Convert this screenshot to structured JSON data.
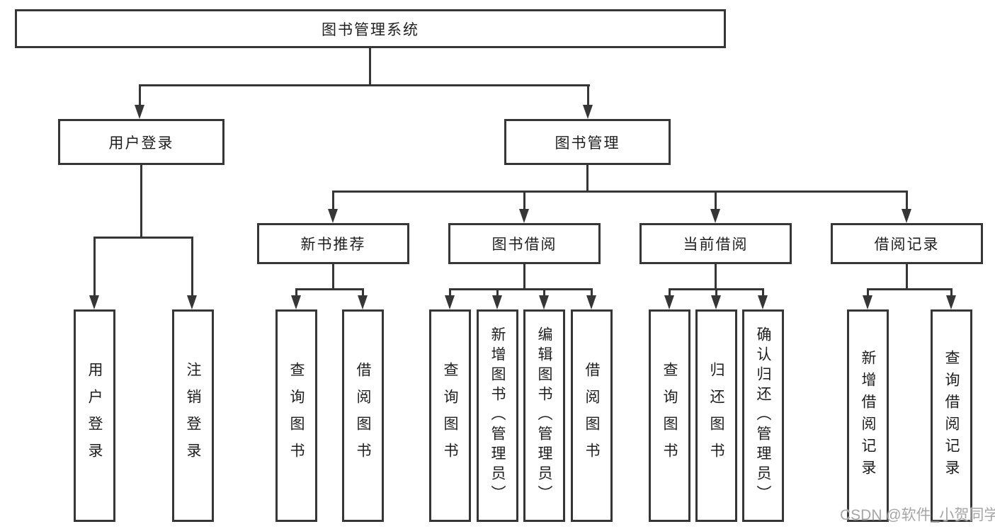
{
  "diagram_title": "图书管理系统",
  "tree": {
    "label": "图书管理系统",
    "children": [
      {
        "label": "用户登录",
        "children": [
          {
            "label": "用户登录"
          },
          {
            "label": "注销登录"
          }
        ]
      },
      {
        "label": "图书管理",
        "children": [
          {
            "label": "新书推荐",
            "children": [
              {
                "label": "查询图书"
              },
              {
                "label": "借阅图书"
              }
            ]
          },
          {
            "label": "图书借阅",
            "children": [
              {
                "label": "查询图书"
              },
              {
                "label": "新增图书（管理员）"
              },
              {
                "label": "编辑图书（管理员）"
              },
              {
                "label": "借阅图书"
              }
            ]
          },
          {
            "label": "当前借阅",
            "children": [
              {
                "label": "查询图书"
              },
              {
                "label": "归还图书"
              },
              {
                "label": "确认归还（管理员）"
              }
            ]
          },
          {
            "label": "借阅记录",
            "children": [
              {
                "label": "新增借阅记录"
              },
              {
                "label": "查询借阅记录"
              }
            ]
          }
        ]
      }
    ]
  },
  "watermark": {
    "text": "CSDN @软件_小贺同学"
  },
  "colors": {
    "line": "#363636",
    "text": "#1e1e1e",
    "bg": "#ffffff",
    "watermark": "#a6a6a6"
  }
}
